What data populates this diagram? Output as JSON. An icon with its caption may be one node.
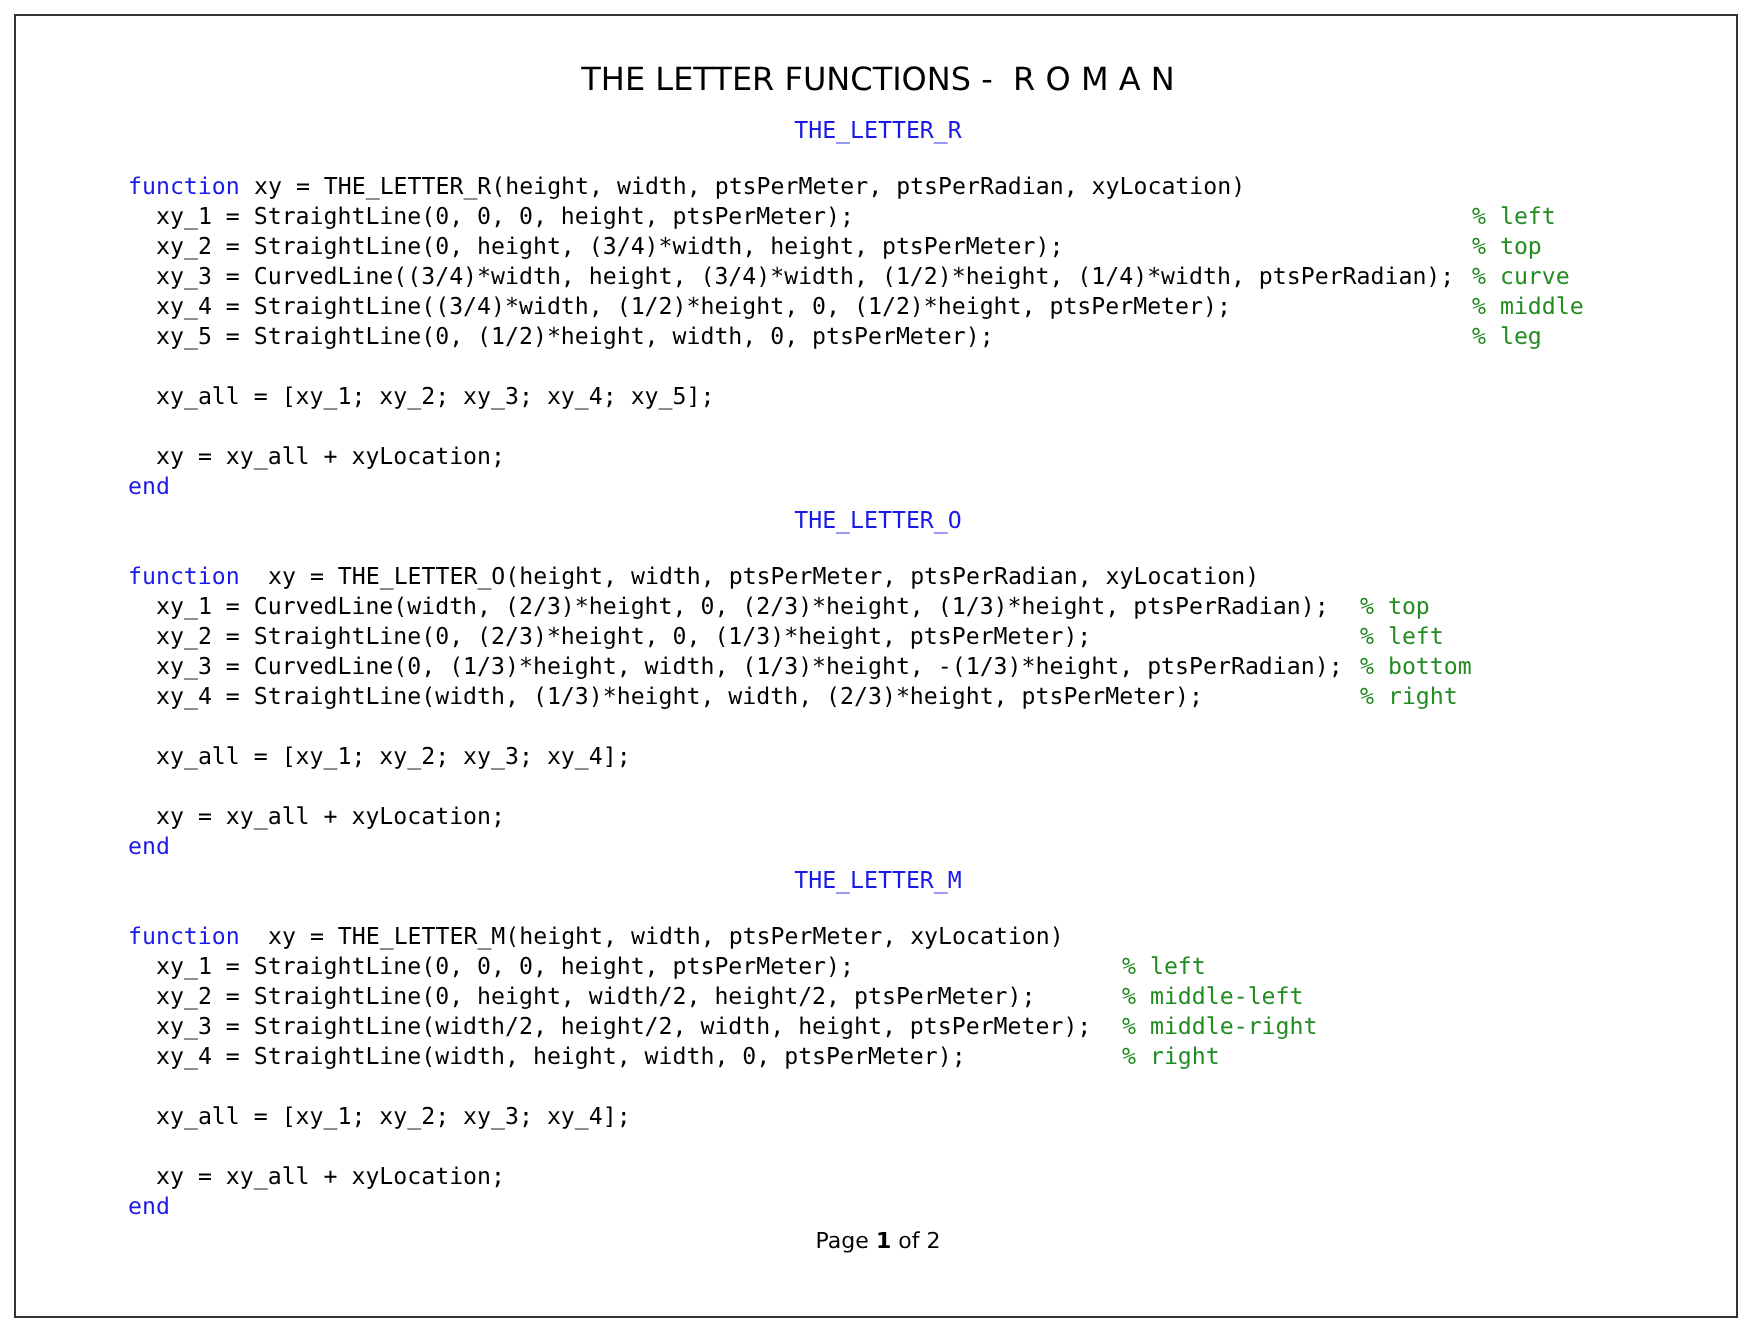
{
  "diagram": {
    "title": "THE LETTER FUNCTIONS -  R O M A N",
    "labels": [
      "THE_LETTER_R",
      "function",
      "xy = THE_LETTER_R(height, width, ptsPerMeter, ptsPerRadian, xyLocation)",
      "xy_1 = StraightLine(0, 0, 0, height, ptsPerMeter);",
      "% left",
      "xy_2 = StraightLine(0, height, (3/4)*width, height, ptsPerMeter);",
      "% top",
      "xy_3 = CurvedLine((3/4)*width, height, (3/4)*width, (1/2)*height, (1/4)*width, ptsPerRadian);",
      "% curve",
      "xy_4 = StraightLine((3/4)*width, (1/2)*height, 0, (1/2)*height, ptsPerMeter);",
      "% middle",
      "xy_5 = StraightLine(0, (1/2)*height, width, 0, ptsPerMeter);",
      "% leg",
      "xy_all = [xy_1; xy_2; xy_3; xy_4; xy_5];",
      "xy = xy_all + xyLocation;",
      "end",
      "THE_LETTER_O",
      "function",
      "xy = THE_LETTER_O(height, width, ptsPerMeter, ptsPerRadian, xyLocation)",
      "xy_1 = CurvedLine(width, (2/3)*height, 0, (2/3)*height, (1/3)*height, ptsPerRadian);",
      "% top",
      "xy_2 = StraightLine(0, (2/3)*height, 0, (1/3)*height, ptsPerMeter);",
      "% left",
      "xy_3 = CurvedLine(0, (1/3)*height, width, (1/3)*height, -(1/3)*height, ptsPerRadian);",
      "% bottom",
      "xy_4 = StraightLine(width, (1/3)*height, width, (2/3)*height, ptsPerMeter);",
      "% right",
      "xy_all = [xy_1; xy_2; xy_3; xy_4];",
      "xy = xy_all + xyLocation;",
      "end",
      "THE_LETTER_M",
      "function",
      "xy = THE_LETTER_M(height, width, ptsPerMeter, xyLocation)",
      "xy_1 = StraightLine(0, 0, 0, height, ptsPerMeter);",
      "% left",
      "xy_2 = StraightLine(0, height, width/2, height/2, ptsPerMeter);",
      "% middle-left",
      "xy_3 = StraightLine(width/2, height/2, width, height, ptsPerMeter);",
      "% middle-right",
      "xy_4 = StraightLine(width, height, width, 0, ptsPerMeter);",
      "% right",
      "xy_all = [xy_1; xy_2; xy_3; xy_4];",
      "xy = xy_all + xyLocation;",
      "end",
      "Page **1** of 2"
    ]
  }
}
